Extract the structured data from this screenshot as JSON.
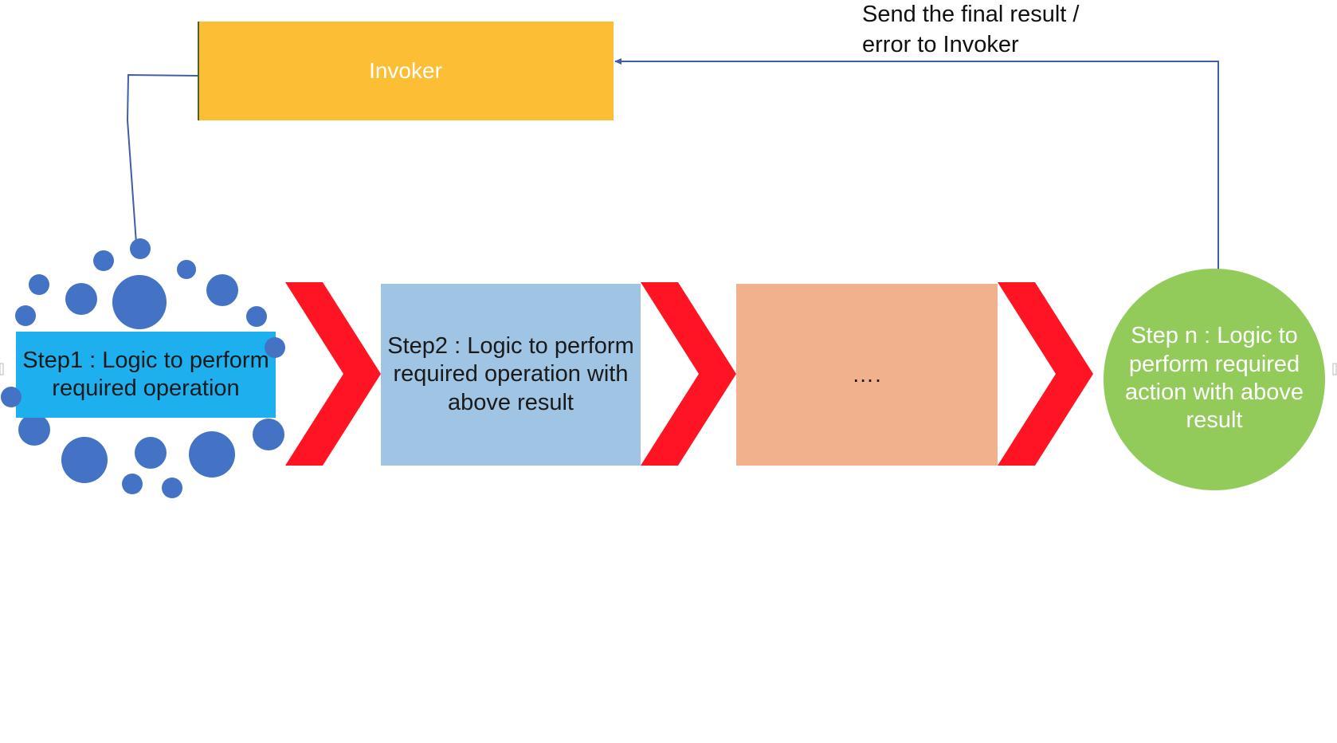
{
  "colors": {
    "invoker_fill": "#fbbe34",
    "step1_fill": "#1eb0ee",
    "step2_fill": "#a0c4e4",
    "step_dots_fill": "#f1b18c",
    "step_n_fill": "#93cb5a",
    "chevron_fill": "#ff1423",
    "bubble_fill": "#4472c4",
    "connector_stroke": "#3e5fa8"
  },
  "nodes": {
    "invoker": {
      "label": "Invoker"
    },
    "step1": {
      "label": "Step1 : Logic to perform required operation"
    },
    "step2": {
      "label": "Step2 : Logic to perform required operation with above result"
    },
    "step_dots": {
      "label": "…."
    },
    "step_n": {
      "label": "Step n : Logic to perform required action with above result"
    }
  },
  "edges": {
    "feedback": {
      "label": "Send the final result /\nerror to Invoker"
    }
  }
}
